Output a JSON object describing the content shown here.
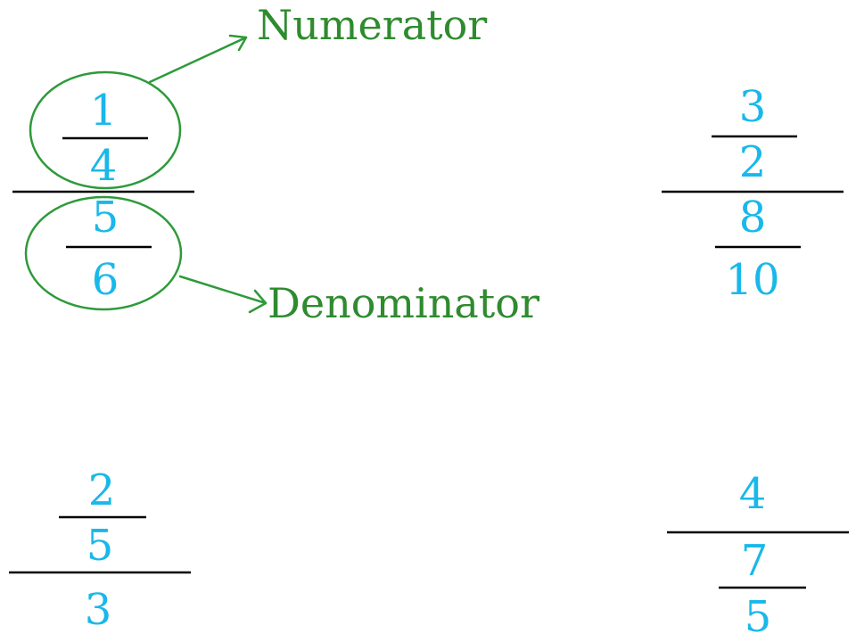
{
  "labels": {
    "numerator": "Numerator",
    "denominator": "Denominator"
  },
  "colors": {
    "digits": "#19b8ea",
    "labels": "#2e8b2e",
    "circles": "#2e9a3a",
    "bars": "#000000",
    "background": "#ffffff"
  },
  "fractions": {
    "top_left": {
      "a": "1",
      "b": "4",
      "c": "5",
      "d": "6"
    },
    "top_right": {
      "a": "3",
      "b": "2",
      "c": "8",
      "d": "10"
    },
    "bottom_left": {
      "a": "2",
      "b": "5",
      "c": "3"
    },
    "bottom_right": {
      "a": "4",
      "b": "7",
      "c": "5"
    }
  }
}
